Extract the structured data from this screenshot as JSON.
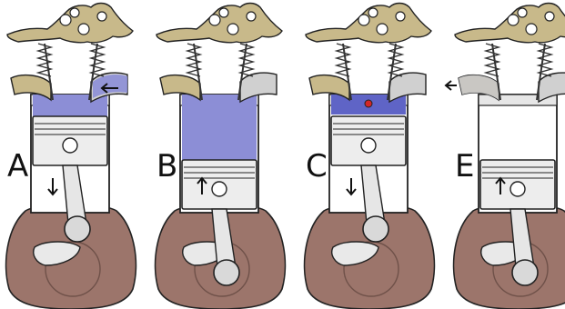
{
  "diagram": {
    "stages": [
      {
        "label": "A",
        "intake_gas": true,
        "exhaust_gas": false,
        "spark": false,
        "piston_direction": "down",
        "intake_arrow": true,
        "exhaust_arrow": false
      },
      {
        "label": "B",
        "intake_gas": false,
        "exhaust_gas": false,
        "spark": false,
        "piston_direction": "up",
        "intake_arrow": false,
        "exhaust_arrow": false
      },
      {
        "label": "C",
        "intake_gas": false,
        "exhaust_gas": false,
        "spark": true,
        "piston_direction": "down",
        "intake_arrow": false,
        "exhaust_arrow": false
      },
      {
        "label": "E",
        "intake_gas": false,
        "exhaust_gas": true,
        "spark": false,
        "piston_direction": "up",
        "intake_arrow": false,
        "exhaust_arrow": true
      }
    ],
    "colors": {
      "fuel_mixture": "#8c8ed6",
      "exhaust_gas": "#c9c9c9",
      "crankcase": "#9c756b",
      "cam_rocker": "#c8b98a",
      "spark": "#d32626",
      "outline": "#222222"
    }
  }
}
